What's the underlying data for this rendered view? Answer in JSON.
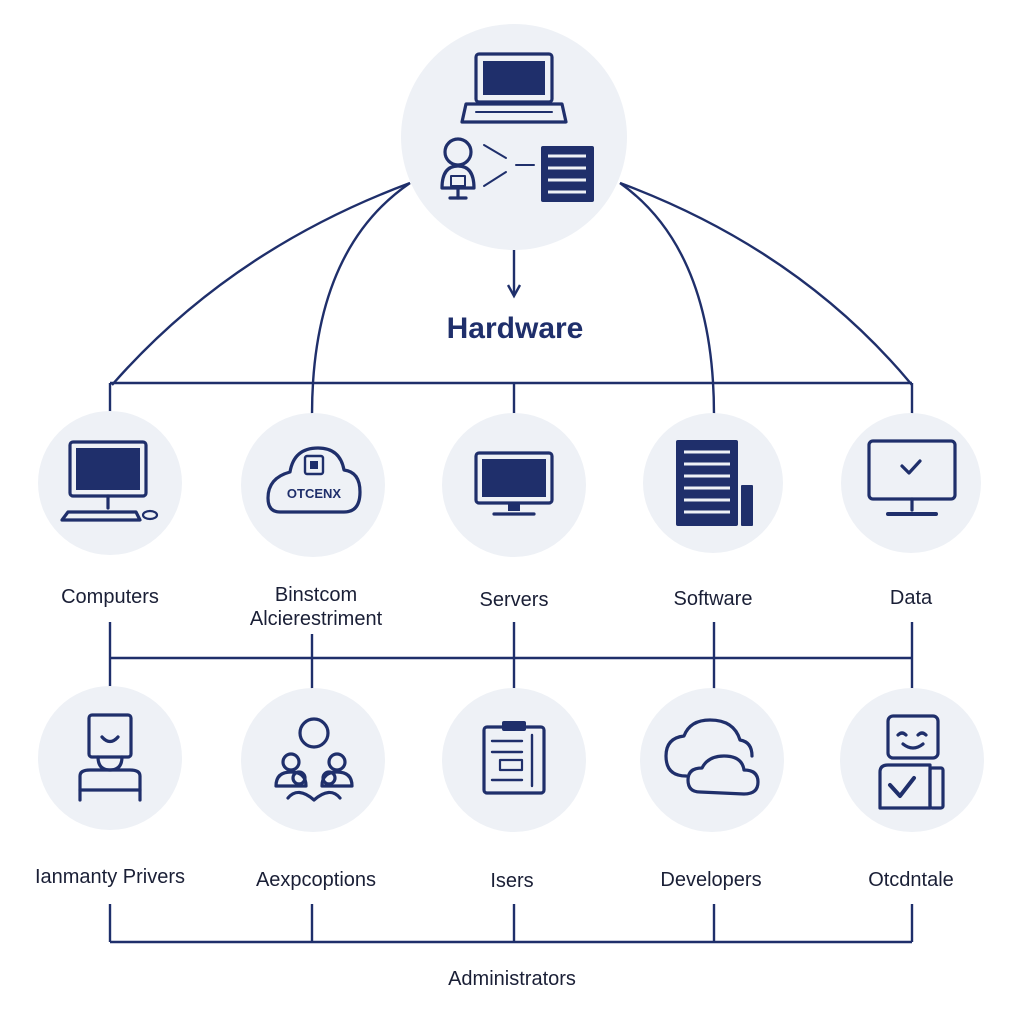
{
  "colors": {
    "ink": "#1f2f6b",
    "circle": "#eef1f6",
    "text": "#1a1f36"
  },
  "title": "Hardware",
  "top_node": {
    "icons": [
      "laptop-icon",
      "user-workstation-icon",
      "server-rack-icon"
    ]
  },
  "row1": [
    {
      "label": "Computers",
      "icon": "desktop-computer-icon"
    },
    {
      "label_line1": "Binstcom",
      "label_line2": "Alcierestriment",
      "icon": "cloud-box-icon",
      "badge": "OTCENX"
    },
    {
      "label": "Servers",
      "icon": "monitor-icon"
    },
    {
      "label": "Software",
      "icon": "server-rack-icon"
    },
    {
      "label": "Data",
      "icon": "monitor-check-icon"
    }
  ],
  "row2": [
    {
      "label": "Ianmanty Privers",
      "icon": "person-at-desk-icon"
    },
    {
      "label": "Aexpcoptions",
      "icon": "team-icon"
    },
    {
      "label": "Isers",
      "icon": "clipboard-icon"
    },
    {
      "label": "Developers",
      "icon": "cloud-icon"
    },
    {
      "label": "Otcdntale",
      "icon": "robot-check-icon"
    }
  ],
  "bottom_label": "Administrators"
}
